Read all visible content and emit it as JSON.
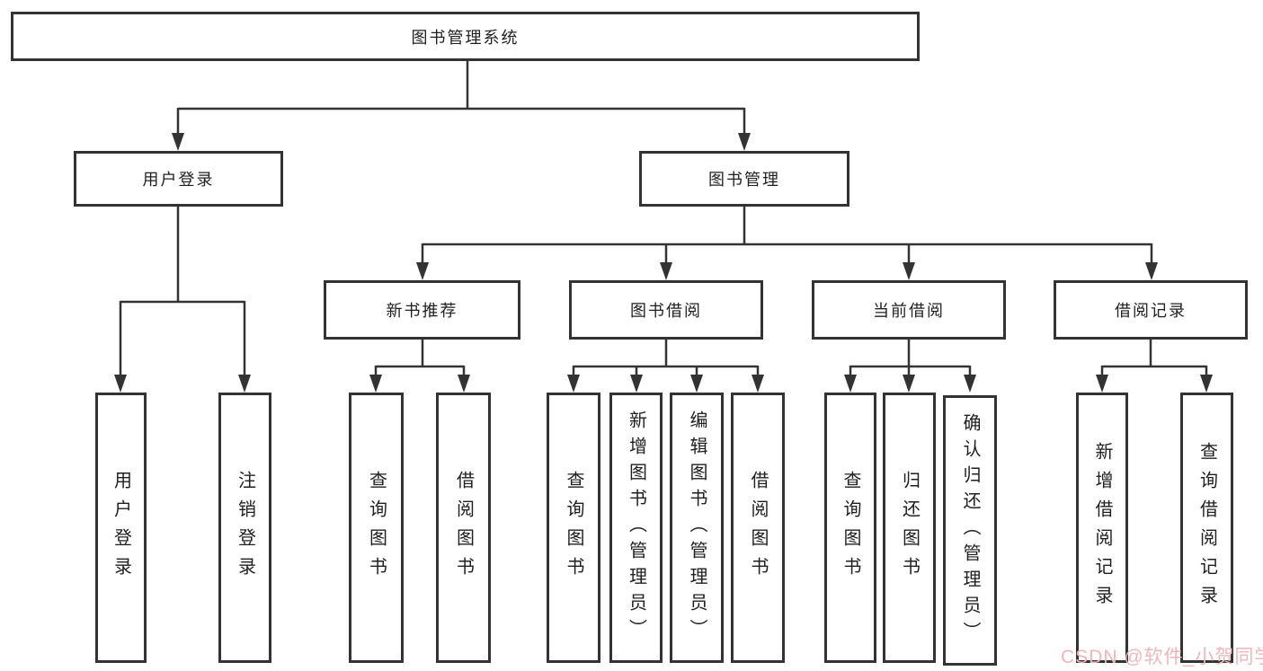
{
  "diagram": {
    "root": {
      "label": "图书管理系统"
    },
    "branches": [
      {
        "label": "用户登录",
        "children": [
          {
            "label": "用户登录"
          },
          {
            "label": "注销登录"
          }
        ]
      },
      {
        "label": "图书管理",
        "children": [
          {
            "label": "新书推荐",
            "children": [
              {
                "label": "查询图书"
              },
              {
                "label": "借阅图书"
              }
            ]
          },
          {
            "label": "图书借阅",
            "children": [
              {
                "label": "查询图书"
              },
              {
                "label": "新增图书（管理员）"
              },
              {
                "label": "编辑图书（管理员）"
              },
              {
                "label": "借阅图书"
              }
            ]
          },
          {
            "label": "当前借阅",
            "children": [
              {
                "label": "查询图书"
              },
              {
                "label": "归还图书"
              },
              {
                "label": "确认归还（管理员）"
              }
            ]
          },
          {
            "label": "借阅记录",
            "children": [
              {
                "label": "新增借阅记录"
              },
              {
                "label": "查询借阅记录"
              }
            ]
          }
        ]
      }
    ]
  },
  "watermark": {
    "text": "CSDN @软件_小贺同学"
  },
  "colors": {
    "line": "#333333",
    "box_border": "#333333",
    "box_fill": "#ffffff",
    "text": "#1f1f1f",
    "background": "#ffffff",
    "watermark": "#f0b6ba"
  }
}
